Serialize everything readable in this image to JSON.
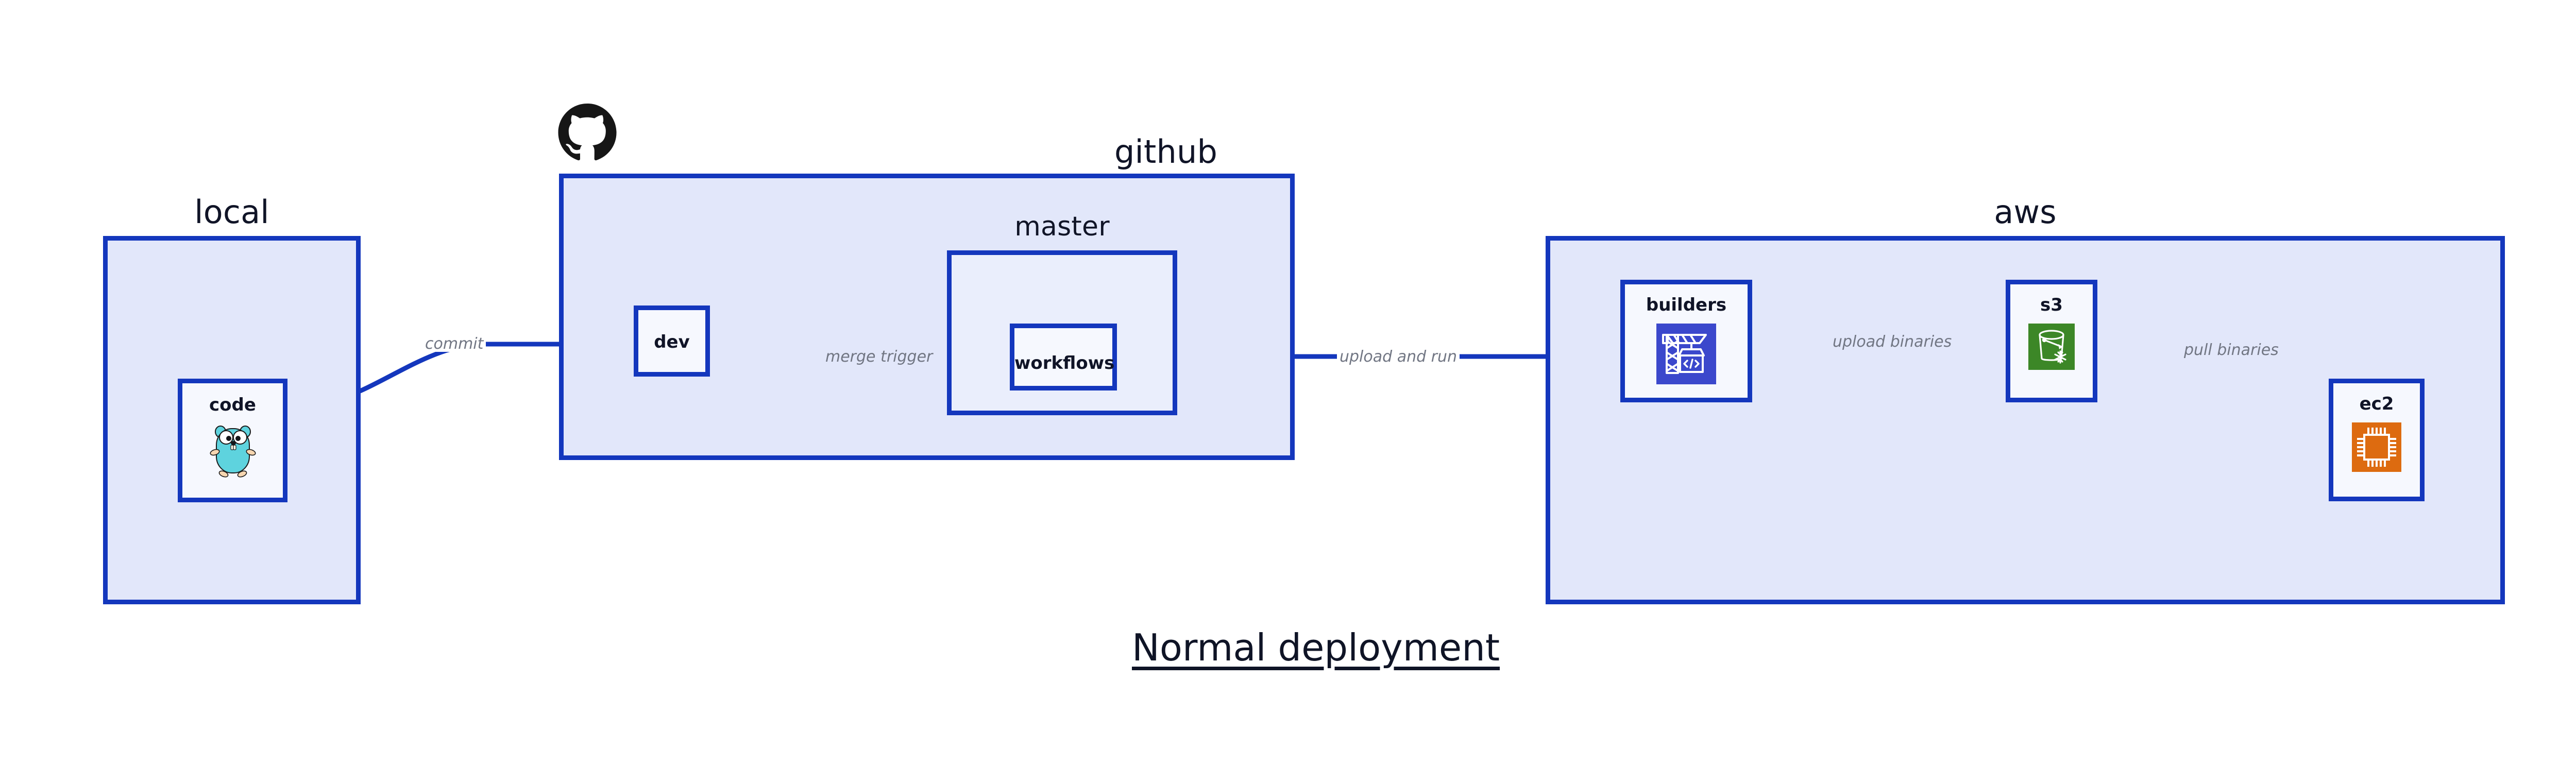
{
  "diagram": {
    "title": "Normal deployment",
    "accent_color": "#1437bd",
    "group_fill": "#e2e7fa",
    "node_fill": "#eaeefc",
    "label_color": "#717683",
    "text_color": "#101427"
  },
  "groups": [
    {
      "id": "local",
      "label": "local"
    },
    {
      "id": "github",
      "label": "github"
    },
    {
      "id": "aws",
      "label": "aws"
    }
  ],
  "subgroups": [
    {
      "id": "master",
      "label": "master",
      "parent": "github"
    }
  ],
  "nodes": [
    {
      "id": "code",
      "label": "code",
      "parent": "local",
      "icon": "golang-gopher-icon"
    },
    {
      "id": "dev",
      "label": "dev",
      "parent": "github",
      "icon": "none"
    },
    {
      "id": "workflows",
      "label": "workflows",
      "parent": "master",
      "icon": "none"
    },
    {
      "id": "builders",
      "label": "builders",
      "parent": "aws",
      "icon": "aws-codebuild-crane-icon"
    },
    {
      "id": "s3",
      "label": "s3",
      "parent": "aws",
      "icon": "aws-s3-glacier-bucket-icon"
    },
    {
      "id": "ec2",
      "label": "ec2",
      "parent": "aws",
      "icon": "aws-ec2-chip-icon"
    }
  ],
  "edges": [
    {
      "id": "commit",
      "label": "commit",
      "from": "code",
      "to": "dev"
    },
    {
      "id": "merge-trigger",
      "label": "merge trigger",
      "from": "dev",
      "to": "workflows"
    },
    {
      "id": "upload-and-run",
      "label": "upload and run",
      "from": "workflows",
      "to": "builders"
    },
    {
      "id": "upload-binaries",
      "label": "upload binaries",
      "from": "builders",
      "to": "s3"
    },
    {
      "id": "pull-binaries",
      "label": "pull binaries",
      "from": "s3",
      "to": "ec2"
    }
  ],
  "branding": {
    "github_logo_alt": "github-logo"
  },
  "icon_colors": {
    "codebuild_tile": "#3b48cc",
    "s3_tile": "#3c8727",
    "ec2_tile": "#dd6b10",
    "gopher_body": "#5ed3de",
    "gopher_limb": "#f6d6b0",
    "github_mark": "#161616"
  }
}
